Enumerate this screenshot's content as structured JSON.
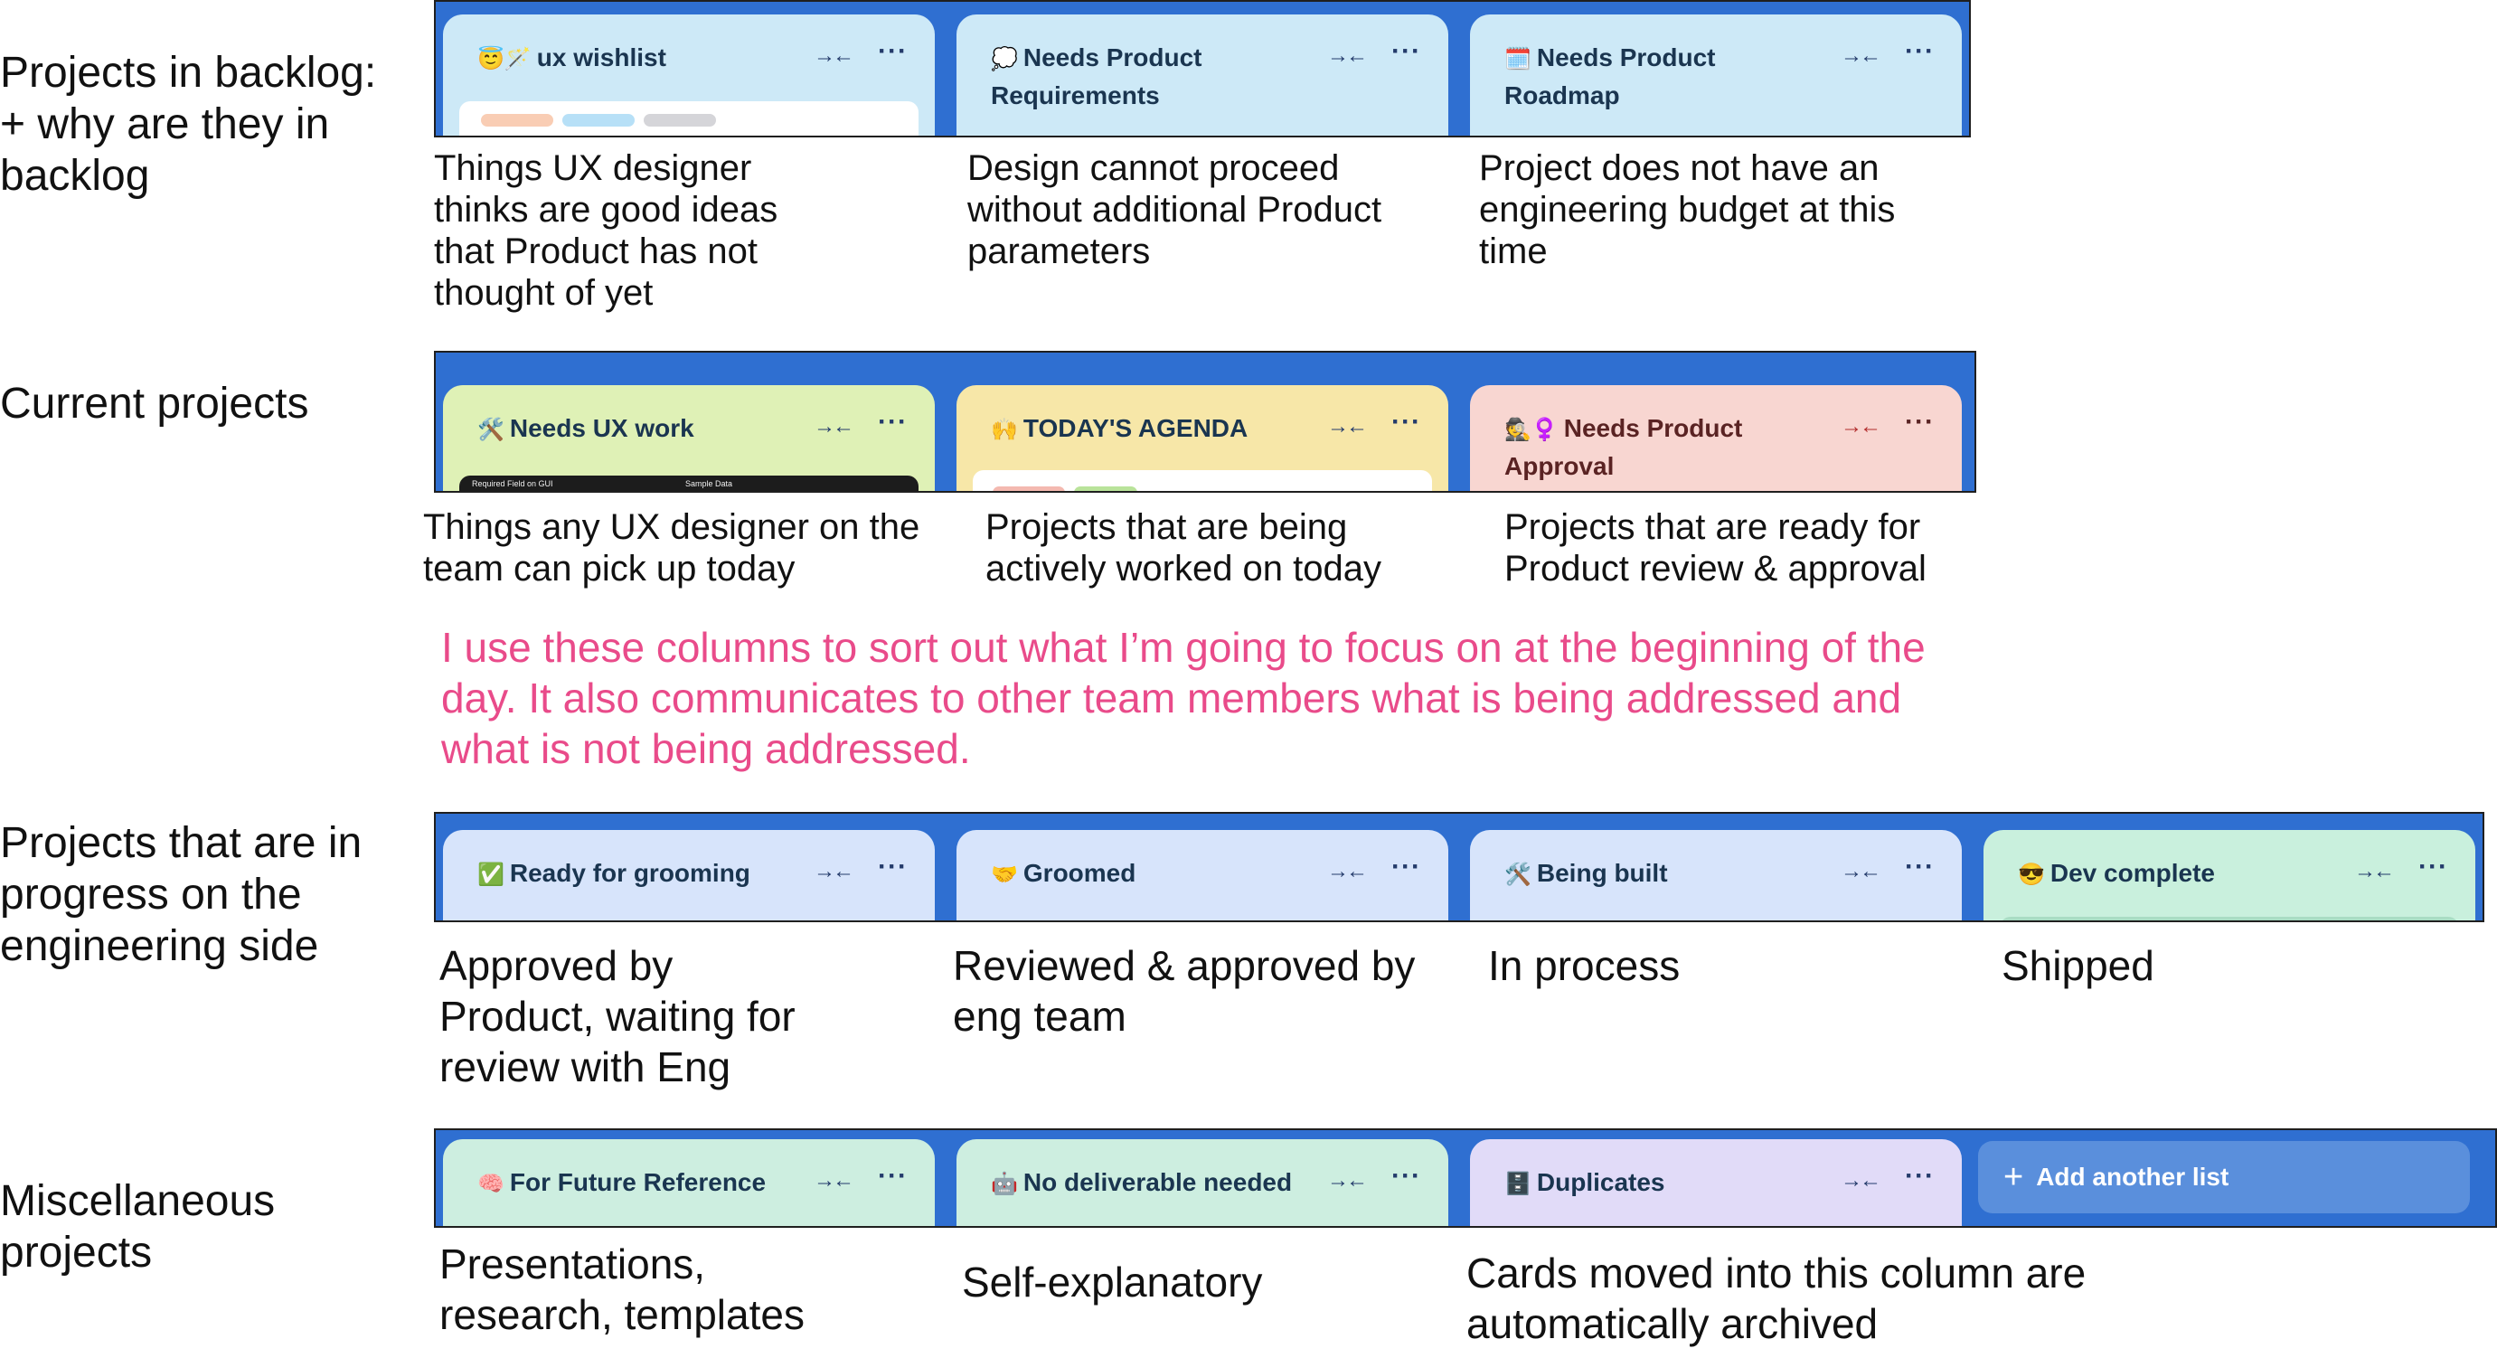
{
  "sections": [
    {
      "label": "Projects in backlog:\n+ why are they in\nbacklog",
      "lists": [
        {
          "emoji": "😇🪄",
          "title": "ux wishlist",
          "icon_collapse": "collapse-arrows-icon",
          "icon_more": "more-icon"
        },
        {
          "emoji": "💭",
          "title": "Needs Product Requirements"
        },
        {
          "emoji": "🗓️",
          "title": "Needs Product Roadmap"
        }
      ],
      "descriptions": [
        "Things UX designer\nthinks are good ideas\nthat Product has not\nthought of yet",
        "Design cannot proceed\nwithout additional Product\nparameters",
        "Project does not have an\nengineering budget at this\ntime"
      ]
    },
    {
      "label": "Current projects",
      "lists": [
        {
          "emoji": "🛠️",
          "title": "Needs UX work",
          "peek_left": "Required Field on GUI",
          "peek_right": "Sample Data"
        },
        {
          "emoji": "🙌",
          "title": "TODAY'S AGENDA"
        },
        {
          "emoji": "🕵️♀️",
          "title": "Needs Product Approval"
        }
      ],
      "descriptions": [
        "Things any UX designer on the\nteam can pick up today",
        "Projects that are being\nactively worked on today",
        "Projects that are ready for\nProduct review & approval"
      ]
    },
    {
      "label": "Projects that are in\nprogress on the\nengineering side",
      "lists": [
        {
          "emoji": "✅",
          "title": "Ready for grooming"
        },
        {
          "emoji": "🤝",
          "title": "Groomed"
        },
        {
          "emoji": "🛠️",
          "title": "Being built"
        },
        {
          "emoji": "😎",
          "title": "Dev complete"
        }
      ],
      "descriptions": [
        "Approved by\nProduct, waiting for\nreview with Eng",
        "Reviewed & approved by\neng team",
        "In process",
        "Shipped"
      ]
    },
    {
      "label": "Miscellaneous\nprojects",
      "lists": [
        {
          "emoji": "🧠",
          "title": "For Future Reference"
        },
        {
          "emoji": "🤖",
          "title": "No deliverable needed"
        },
        {
          "emoji": "🗄️",
          "title": "Duplicates"
        }
      ],
      "descriptions": [
        "Presentations,\nresearch, templates",
        "Self-explanatory",
        "Cards moved into this column are\nautomatically archived"
      ]
    }
  ],
  "note": "I use these columns to sort out what I’m going to focus on at the beginning of the day. It also communicates to other team members what is being addressed and what is not being addressed.",
  "add_list": {
    "plus": "+",
    "label": "Add another list"
  },
  "controls": {
    "collapse": "→←",
    "more": "···"
  },
  "colors": {
    "board_blue": "#2f6fd1",
    "backlog_list": "#cde9f7",
    "ux_work_list": "#dff1b6",
    "agenda_list": "#f7e7a8",
    "approval_list": "#f8d6d1",
    "eng_list": "#d7e4fb",
    "dev_complete_list": "#c9f0dd",
    "misc_list": "#cdeee0",
    "duplicates_list": "#e1dbf8",
    "note_pink": "#e94b8a"
  }
}
